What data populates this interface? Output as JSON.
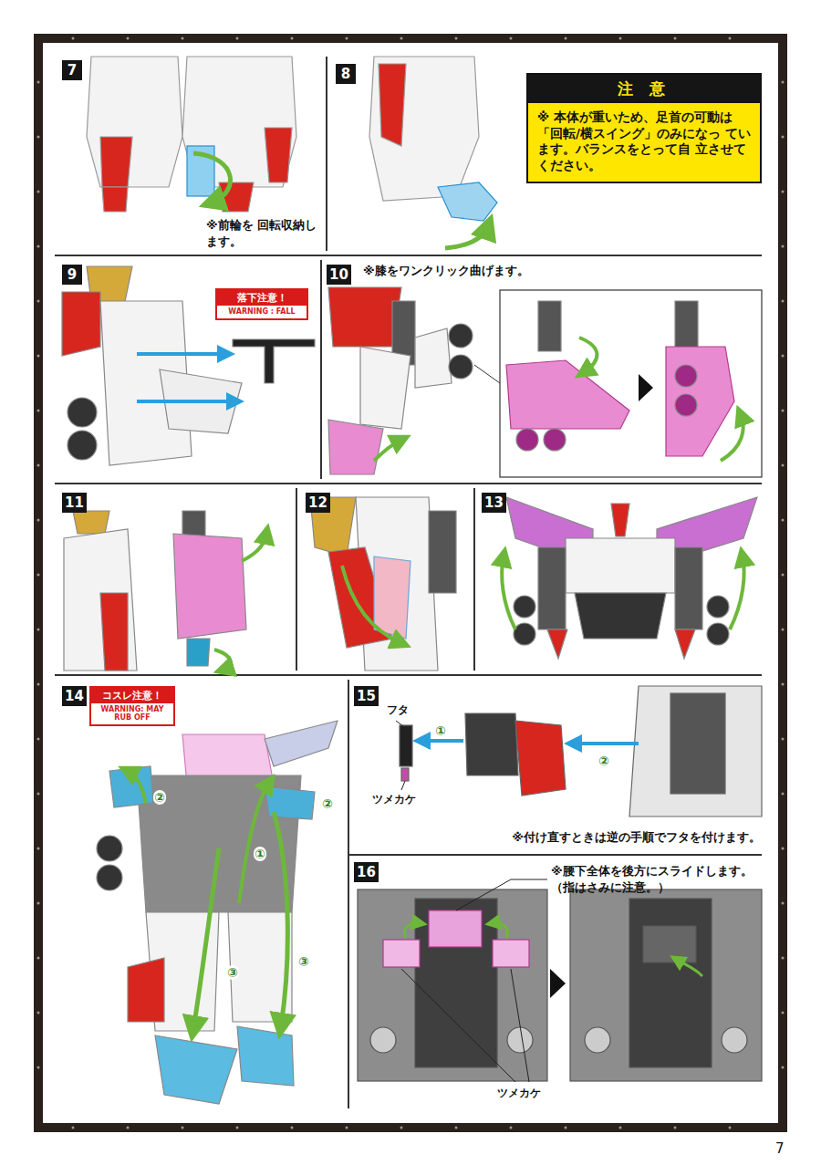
{
  "diagram": {
    "nodes": [
      {
        "text": [
          "7"
        ]
      },
      {
        "text": [
          "8"
        ]
      },
      {
        "text": [
          "注 意",
          "※ 本体が重いため、足首の可動は 「回転/横スイング」のみになっ ています。バランスをとって自 立させてください。"
        ]
      },
      {
        "text": [
          "9"
        ]
      },
      {
        "text": [
          "落下注意！",
          "WARNING : FALL"
        ]
      },
      {
        "text": [
          "10"
        ]
      },
      {
        "text": [
          "11"
        ]
      },
      {
        "text": [
          "12"
        ]
      },
      {
        "text": [
          "13"
        ]
      },
      {
        "text": [
          "14"
        ]
      },
      {
        "text": [
          "コスレ注意！",
          "WARNING: MAY RUB OFF"
        ]
      },
      {
        "text": [
          "15"
        ]
      },
      {
        "text": [
          "16"
        ]
      }
    ],
    "labels": [
      "※前輪を 回転収納します。",
      "※膝をワンクリック曲げます。",
      "②",
      "②",
      "①",
      "③",
      "③",
      "フタ",
      "①",
      "ツメカケ",
      "②",
      "※付け直すときは逆の手順でフタを付けます。",
      "※腰下全体を後方にスライドします。 （指はさみに注意。）",
      "ツメカケ",
      "7"
    ]
  }
}
